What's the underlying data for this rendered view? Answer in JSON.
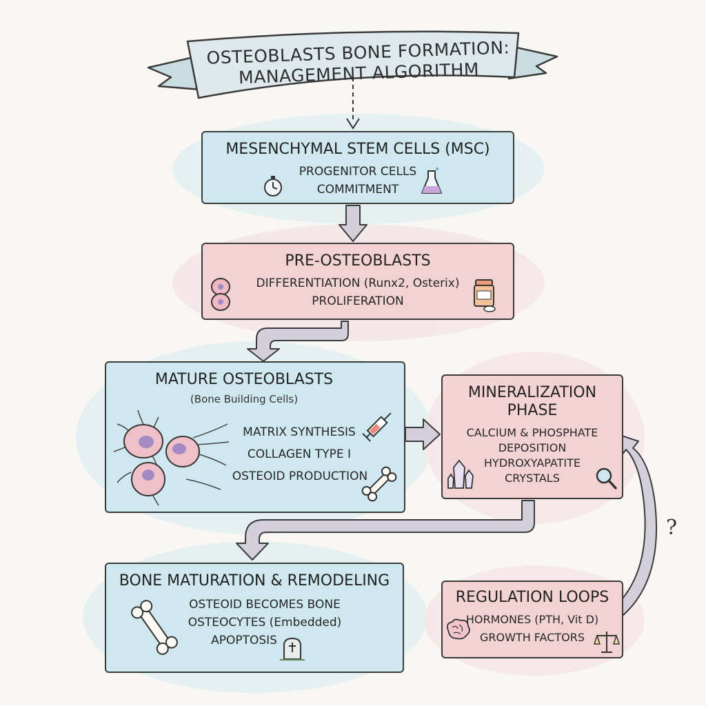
{
  "title": {
    "line1": "OSTEOBLASTS BONE FORMATION:",
    "line2": "MANAGEMENT ALGORITHM"
  },
  "nodes": {
    "msc": {
      "title": "MESENCHYMAL STEM CELLS (MSC)",
      "lines": [
        "PROGENITOR CELLS",
        "COMMITMENT"
      ],
      "icons": [
        "stopwatch-icon",
        "flask-icon"
      ]
    },
    "pre_osteoblasts": {
      "title": "PRE-OSTEOBLASTS",
      "lines": [
        "DIFFERENTIATION (Runx2, Osterix)",
        "PROLIFERATION"
      ],
      "icons": [
        "dividing-cell-icon",
        "pill-bottle-icon"
      ]
    },
    "mature_osteoblasts": {
      "title": "MATURE OSTEOBLASTS",
      "subtitle": "(Bone Building Cells)",
      "lines": [
        "MATRIX SYNTHESIS",
        "COLLAGEN TYPE I",
        "OSTEOID PRODUCTION"
      ],
      "icons": [
        "osteoblast-cells-icon",
        "syringe-icon",
        "bone-icon"
      ]
    },
    "mineralization": {
      "title_line1": "MINERALIZATION",
      "title_line2": "PHASE",
      "lines": [
        "CALCIUM & PHOSPHATE",
        "DEPOSITION",
        "HYDROXYAPATITE",
        "CRYSTALS"
      ],
      "icons": [
        "crystals-icon",
        "magnifier-icon"
      ]
    },
    "bone_maturation": {
      "title": "BONE MATURATION & REMODELING",
      "lines": [
        "OSTEOID BECOMES BONE",
        "OSTEOCYTES (Embedded)",
        "APOPTOSIS"
      ],
      "icons": [
        "bone-icon",
        "tombstone-icon"
      ]
    },
    "regulation": {
      "title": "REGULATION LOOPS",
      "lines": [
        "HORMONES (PTH, Vit D)",
        "GROWTH FACTORS"
      ],
      "icons": [
        "brain-icon",
        "scales-icon"
      ]
    }
  },
  "edges": [
    {
      "from": "title",
      "to": "msc",
      "style": "dashed"
    },
    {
      "from": "msc",
      "to": "pre_osteoblasts"
    },
    {
      "from": "pre_osteoblasts",
      "to": "mature_osteoblasts"
    },
    {
      "from": "mature_osteoblasts",
      "to": "mineralization"
    },
    {
      "from": "mineralization",
      "to": "bone_maturation"
    },
    {
      "from": "regulation",
      "to": "mineralization",
      "label": "?"
    }
  ],
  "colors": {
    "blue_fill": "#cfe7ee",
    "pink_fill": "#f3d2d4",
    "outline": "#3a3a3a",
    "arrow_fill": "#d3d0dc"
  }
}
